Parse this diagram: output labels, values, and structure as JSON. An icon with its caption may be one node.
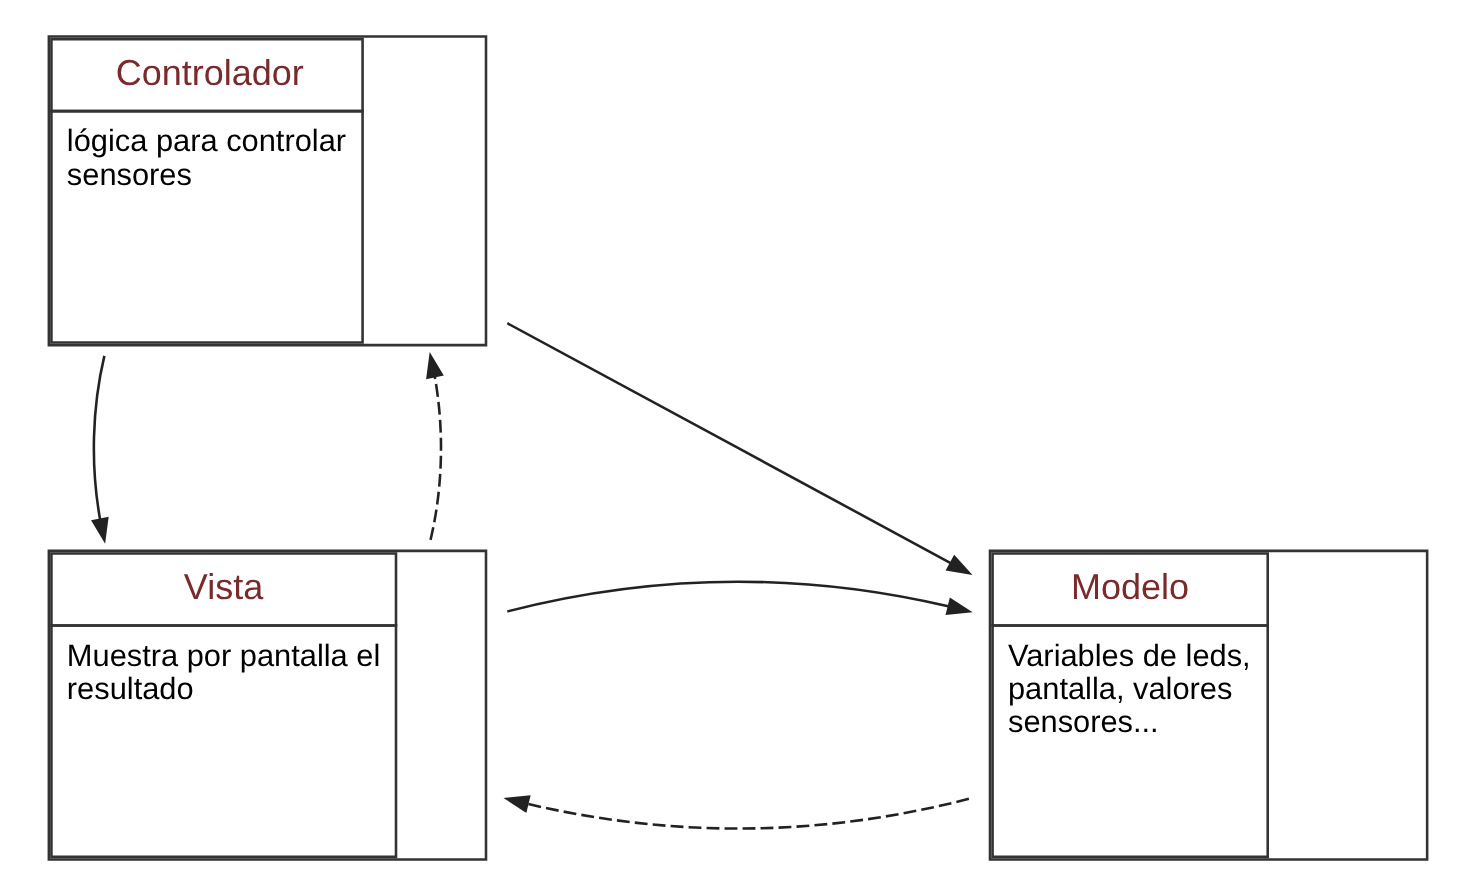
{
  "diagram": {
    "nodes": [
      {
        "text": [
          "Controlador",
          "lógica para controlar sensores"
        ]
      },
      {
        "text": [
          "Vista",
          "Muestra por pantalla el resultado"
        ]
      },
      {
        "text": [
          "Modelo",
          "Variables de leds, pantalla, valores sensores..."
        ]
      }
    ],
    "edges": [
      {
        "from": 1,
        "to": 0,
        "arrow": "to",
        "style": "dashed"
      },
      {
        "from": 0,
        "to": 1,
        "arrow": "to"
      },
      {
        "from": 0,
        "to": 2,
        "arrow": "to"
      },
      {
        "from": 2,
        "to": 1,
        "arrow": "to",
        "style": "dashed"
      },
      {
        "from": 1,
        "to": 2,
        "arrow": "to"
      }
    ]
  }
}
